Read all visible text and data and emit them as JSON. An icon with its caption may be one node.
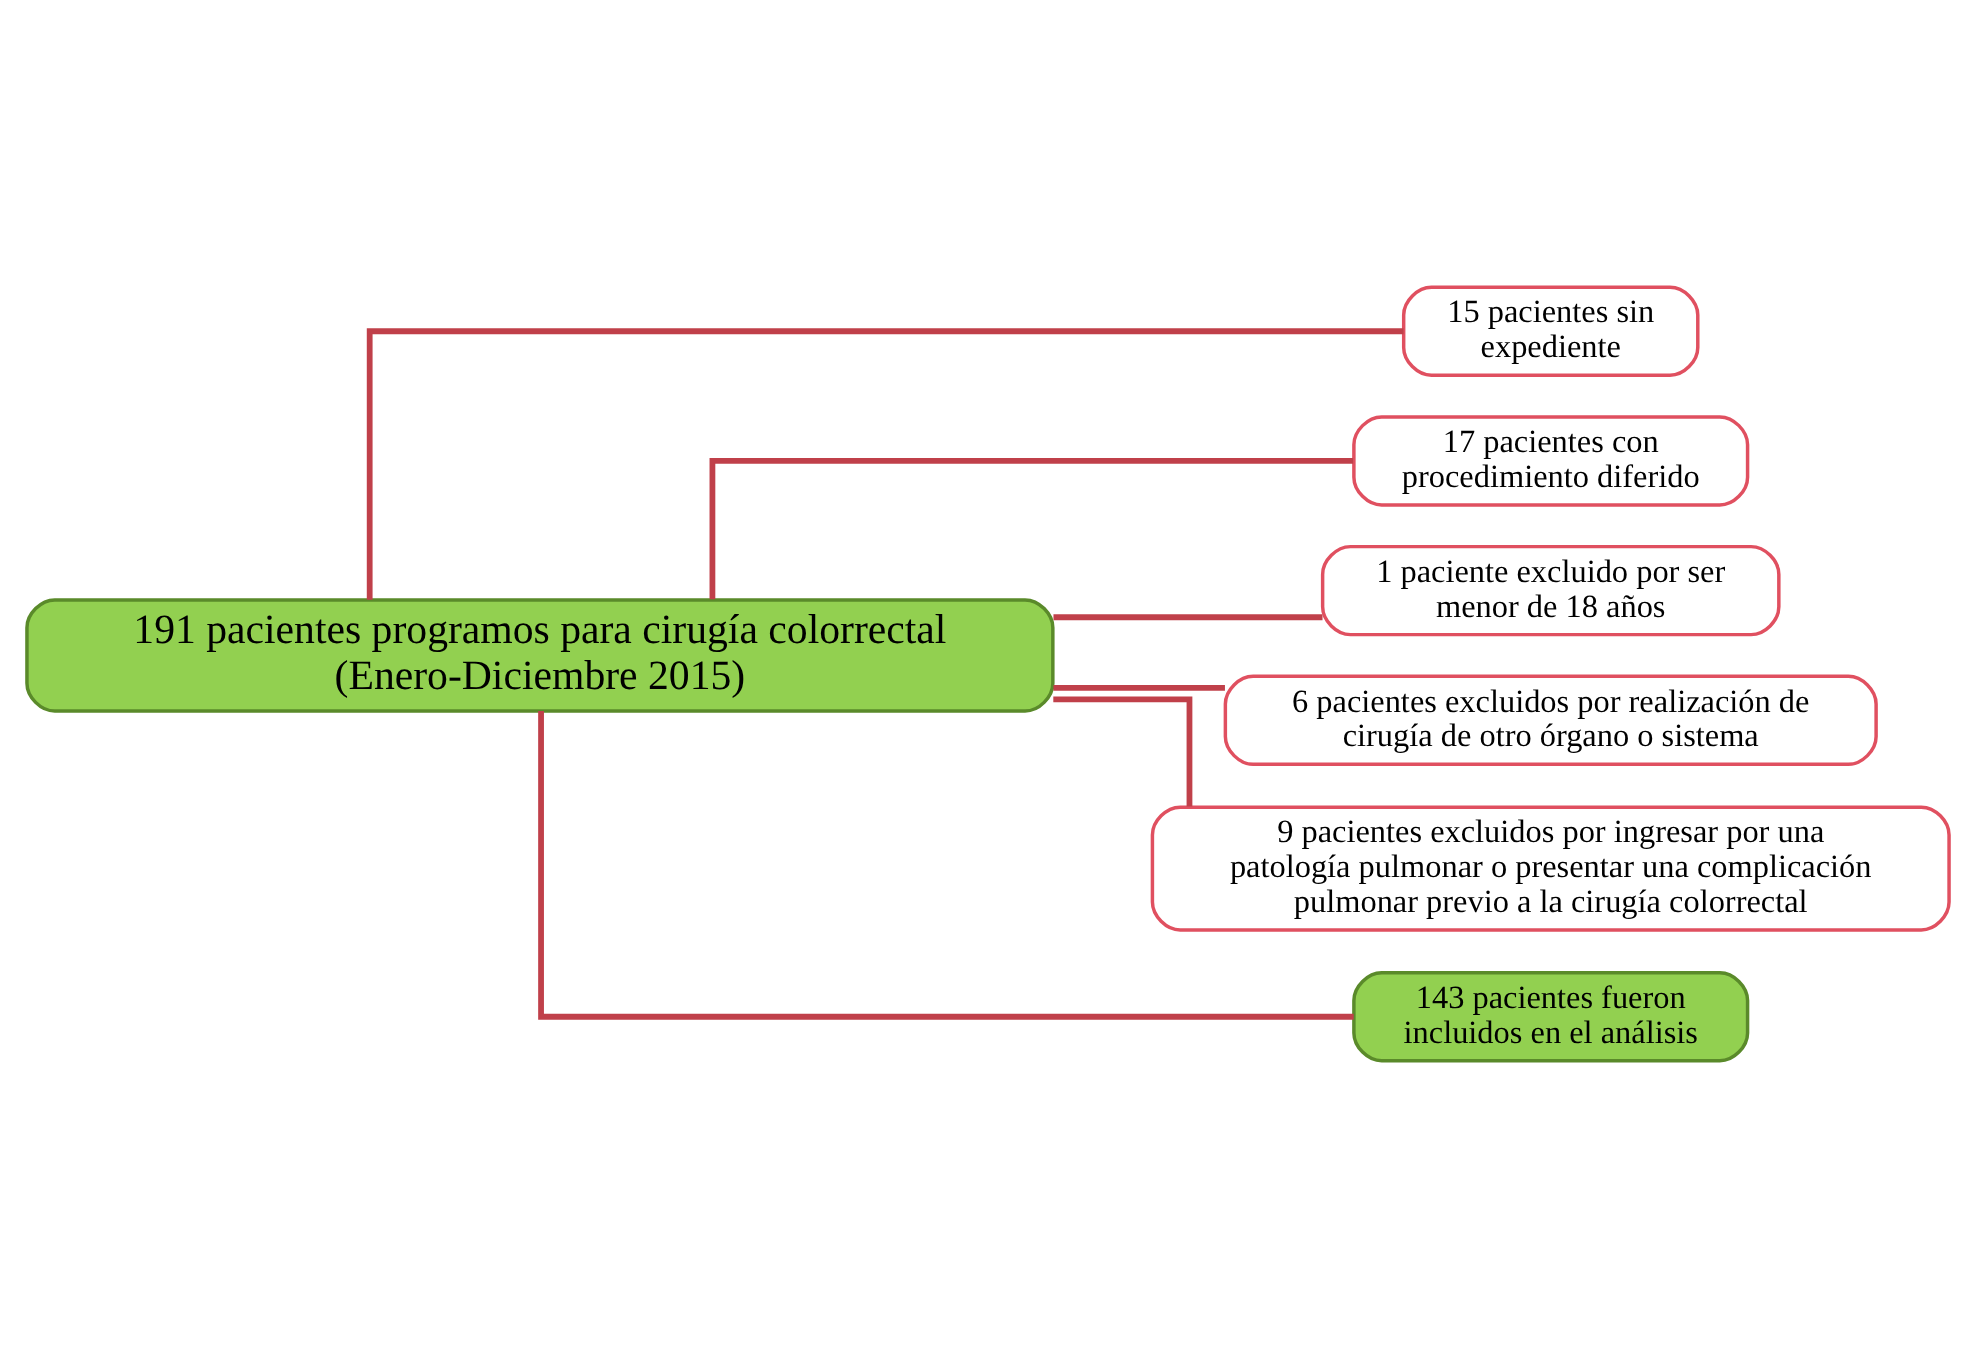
{
  "diagram": {
    "nodes": [
      {
        "text": [
          "191 pacientes programos para cirugía colorrectal (Enero-Diciembre 2015)"
        ]
      },
      {
        "text": [
          "15 pacientes sin expediente"
        ]
      },
      {
        "text": [
          "17 pacientes con procedimiento diferido"
        ]
      },
      {
        "text": [
          "1 paciente excluido por ser menor de 18 años"
        ]
      },
      {
        "text": [
          "6 pacientes excluidos por realización de cirugía de otro órgano o sistema"
        ]
      },
      {
        "text": [
          "9 pacientes excluidos por ingresar por una patología pulmonar o presentar una complicación pulmonar previo a la cirugía colorrectal"
        ]
      },
      {
        "text": [
          "143 pacientes fueron incluidos en el análisis"
        ]
      }
    ],
    "edges": [
      {
        "from": 0,
        "to": 1,
        "arrow": "none"
      },
      {
        "from": 0,
        "to": 2,
        "arrow": "none"
      },
      {
        "from": 0,
        "to": 3,
        "arrow": "none"
      },
      {
        "from": 0,
        "to": 4,
        "arrow": "none"
      },
      {
        "from": 0,
        "to": 5,
        "arrow": "none"
      },
      {
        "from": 0,
        "to": 6,
        "arrow": "none"
      }
    ]
  }
}
